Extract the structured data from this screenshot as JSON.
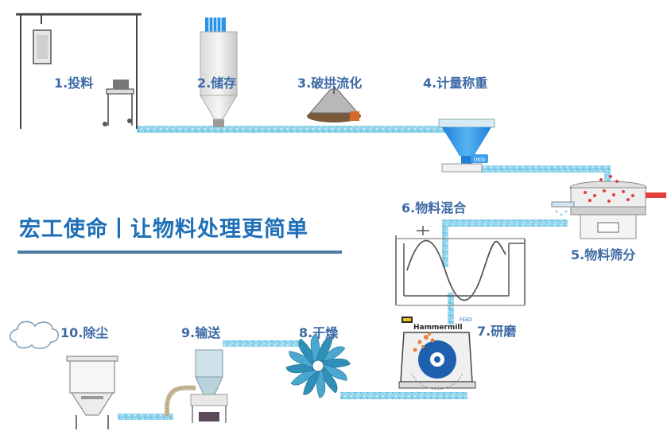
{
  "slogan": "宏工使命丨让物料处理更简单",
  "steps": [
    {
      "label": "1.投料"
    },
    {
      "label": "2.储存"
    },
    {
      "label": "3.破拱流化"
    },
    {
      "label": "4.计量称重"
    },
    {
      "label": "5.物料筛分"
    },
    {
      "label": "6.物料混合"
    },
    {
      "label": "7.研磨"
    },
    {
      "label": "8.干燥"
    },
    {
      "label": "9.输送"
    },
    {
      "label": "10.除尘"
    }
  ],
  "equipment_text": {
    "hammermill": "Hammermill",
    "feed": "FEED",
    "scale_display": "0KG"
  },
  "colors": {
    "pipe": "#8fd3ec",
    "label": "#3d6aa6",
    "slogan": "#1f6fb8",
    "funnel": "#2a95e8",
    "rotor": "#1f5fb0",
    "particles": "#e8823a"
  }
}
